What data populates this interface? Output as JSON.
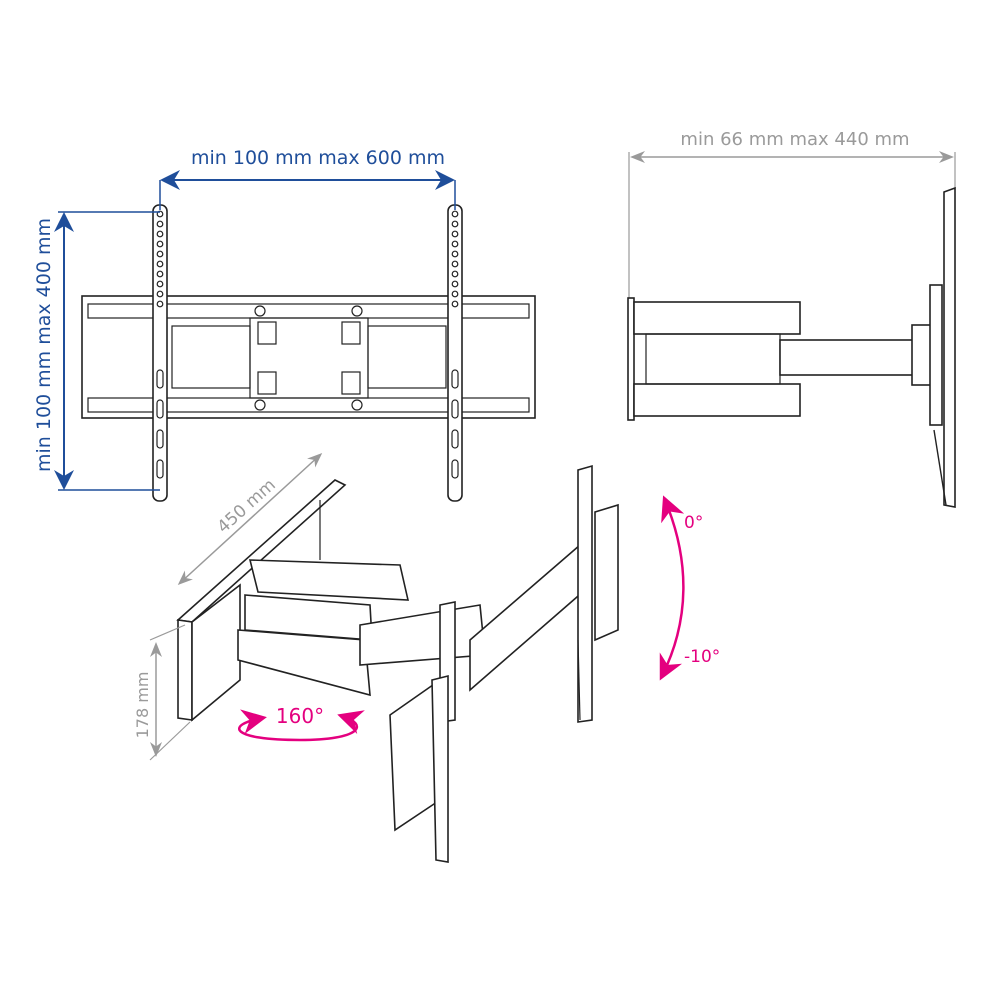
{
  "colors": {
    "blue": "#1f4e9a",
    "magenta": "#e4007f",
    "gray": "#9a9a9a",
    "line": "#222222"
  },
  "dimensions": {
    "front_width": "min 100 mm max 600 mm",
    "front_height": "min 100 mm max 400 mm",
    "side_extension": "min 66 mm max 440 mm",
    "arm_length": "450 mm",
    "wall_plate_height": "178 mm"
  },
  "angles": {
    "swivel": "160°",
    "tilt_up": "0°",
    "tilt_down": "-10°"
  }
}
